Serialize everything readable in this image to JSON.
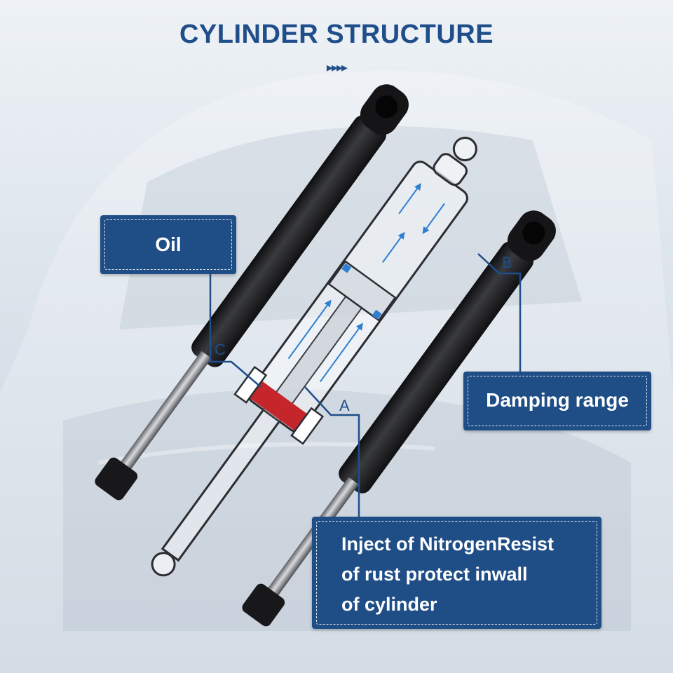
{
  "header": {
    "title": "CYLINDER STRUCTURE",
    "chevrons": "▸▸▸▸"
  },
  "callouts": {
    "oil": "Oil",
    "damping": "Damping range",
    "nitrogen": "Inject of NitrogenResist\nof rust protect inwall\nof cylinder"
  },
  "markers": {
    "a": "A",
    "b": "B",
    "c": "C"
  },
  "colors": {
    "brand_blue": "#1f4d86",
    "strut_black": "#1b1b1d",
    "oil_red": "#c4262c",
    "arrow_blue": "#2f7fd0"
  },
  "icons": {
    "chevrons": "chevron-right-icon"
  }
}
